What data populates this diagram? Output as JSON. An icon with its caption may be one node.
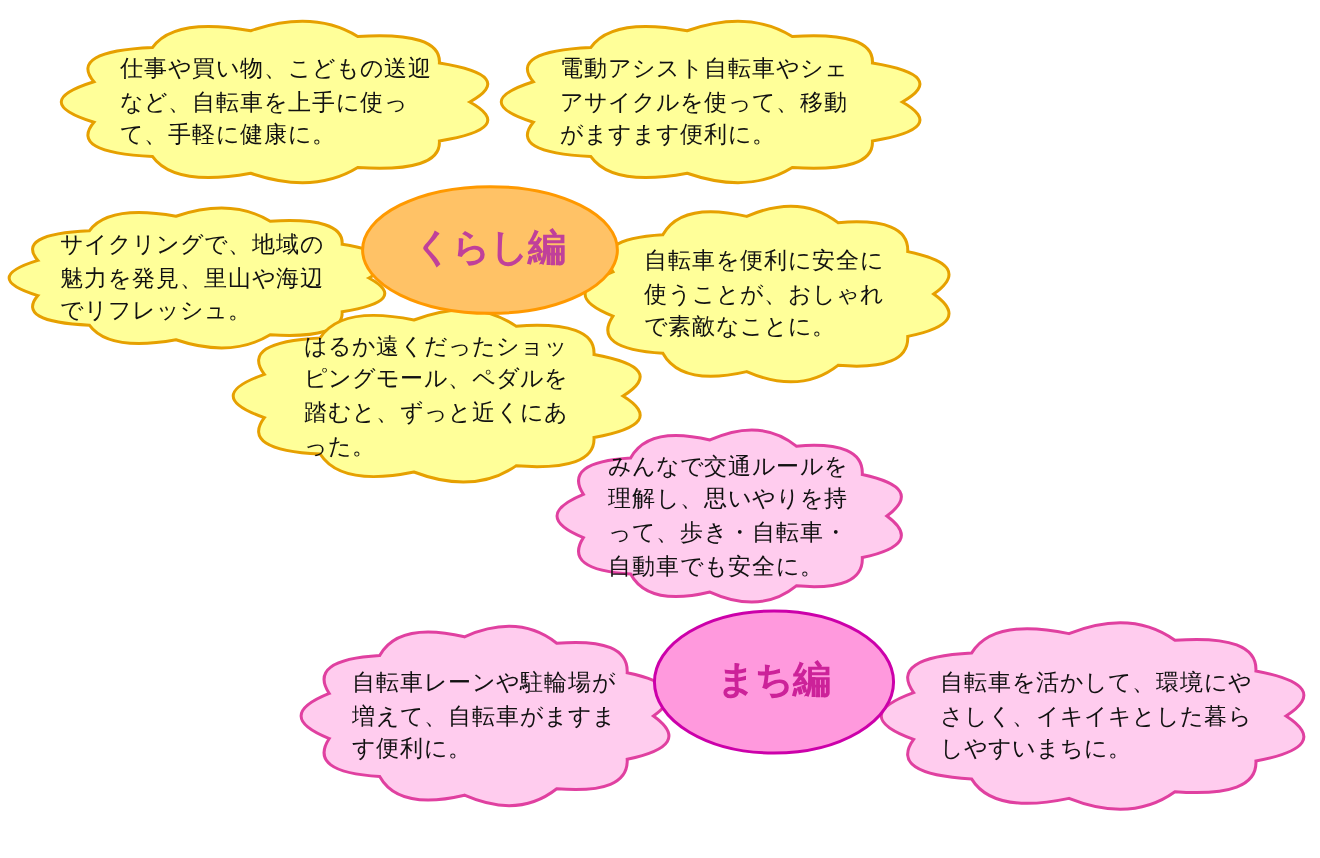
{
  "diagram": {
    "nodes": [
      {
        "text": [
          "仕事や買い物、こどもの送迎など、自転車を上手に使って、手軽に健康に。"
        ]
      },
      {
        "text": [
          "電動アシスト自転車やシェアサイクルを使って、移動がますます便利に。"
        ]
      },
      {
        "text": [
          "くらし編"
        ]
      },
      {
        "text": [
          "サイクリングで、地域の魅力を発見、里山や海辺でリフレッシュ。"
        ]
      },
      {
        "text": [
          "自転車を便利に安全に使うことが、おしゃれで素敵なことに。"
        ]
      },
      {
        "text": [
          "はるか遠くだったショッピングモール、ペダルを踏むと、ずっと近くにあった。"
        ]
      },
      {
        "text": [
          "みんなで交通ルールを理解し、思いやりを持って、歩き・自転車・自動車でも安全に。"
        ]
      },
      {
        "text": [
          "まち編"
        ]
      },
      {
        "text": [
          "自転車レーンや駐輪場が増えて、自転車がますます便利に。"
        ]
      },
      {
        "text": [
          "自転車を活かして、環境にやさしく、イキイキとした暮らしやすいまちに。"
        ]
      }
    ],
    "edges": []
  }
}
